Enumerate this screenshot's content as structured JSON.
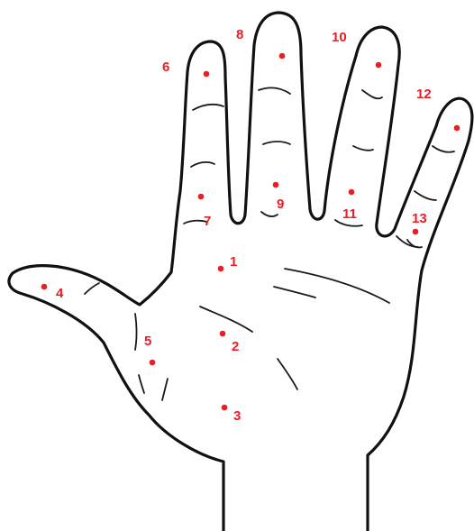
{
  "diagram": {
    "marker_color": "#ee1c24",
    "outline_color": "#111111",
    "points": [
      {
        "id": "1",
        "label": "1"
      },
      {
        "id": "2",
        "label": "2"
      },
      {
        "id": "3",
        "label": "3"
      },
      {
        "id": "4",
        "label": "4"
      },
      {
        "id": "5",
        "label": "5"
      },
      {
        "id": "6",
        "label": "6"
      },
      {
        "id": "7",
        "label": "7"
      },
      {
        "id": "8",
        "label": "8"
      },
      {
        "id": "9",
        "label": "9"
      },
      {
        "id": "10",
        "label": "10"
      },
      {
        "id": "11",
        "label": "11"
      },
      {
        "id": "12",
        "label": "12"
      },
      {
        "id": "13",
        "label": "13"
      }
    ]
  }
}
